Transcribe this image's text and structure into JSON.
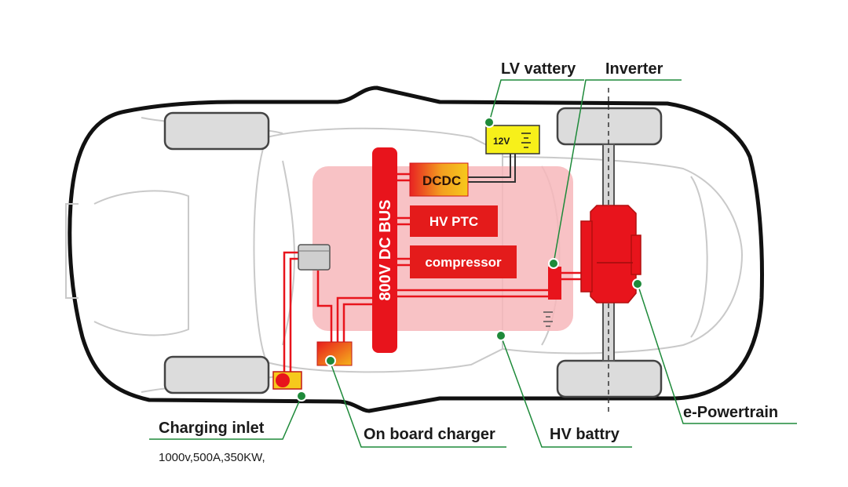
{
  "bus": {
    "label": "800V DC BUS"
  },
  "modules": {
    "dcdc": "DCDC",
    "hv_ptc": "HV PTC",
    "compressor": "compressor",
    "lv_voltage": "12V"
  },
  "callouts": {
    "lv_battery": "LV vattery",
    "inverter": "Inverter",
    "e_powertrain": "e-Powertrain",
    "hv_battery": "HV battry",
    "on_board_charger": "On board charger",
    "charging_inlet": "Charging inlet",
    "charging_inlet_spec": "1000v,500A,350KW,"
  },
  "colors": {
    "bus_red": "#e8141c",
    "module_red": "#e41b1b",
    "battery_zone": "#f7b7bb",
    "callout_green": "#1e8a3a",
    "lv_yellow": "#f7f01a"
  }
}
